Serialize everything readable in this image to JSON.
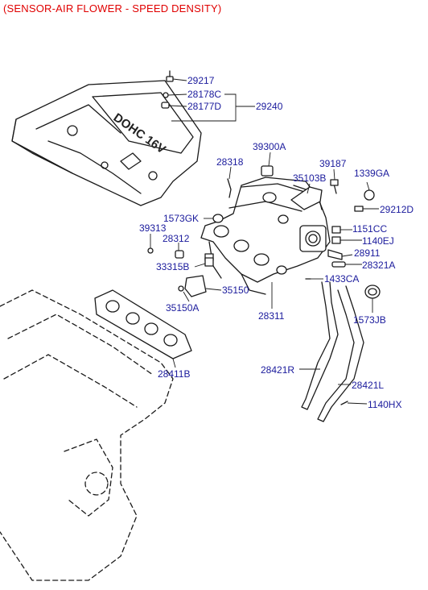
{
  "header": "(SENSOR-AIR FLOWER - SPEED DENSITY)",
  "cover_emblem": "DOHC 16V",
  "labels": {
    "p29217": "29217",
    "p28178C": "28178C",
    "p28177D": "28177D",
    "p29240": "29240",
    "p39300A": "39300A",
    "p28318": "28318",
    "p39187": "39187",
    "p35103B": "35103B",
    "p1339GA": "1339GA",
    "p29212D": "29212D",
    "p1573GK": "1573GK",
    "p39313": "39313",
    "p28312": "28312",
    "p1151CC": "1151CC",
    "p1140EJ": "1140EJ",
    "p28911": "28911",
    "p33315B": "33315B",
    "p28321A": "28321A",
    "p1433CA": "1433CA",
    "p35150": "35150",
    "p35150A": "35150A",
    "p28311": "28311",
    "p1573JB": "1573JB",
    "p28411B": "28411B",
    "p28421R": "28421R",
    "p28421L": "28421L",
    "p1140HX": "1140HX"
  }
}
